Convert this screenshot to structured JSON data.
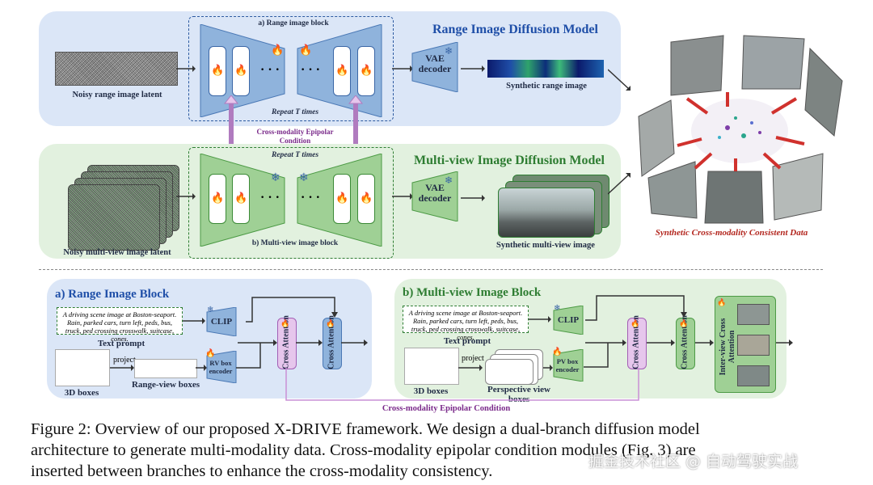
{
  "figure": {
    "top_diagram": {
      "range_model_title": "Range Image Diffusion Model",
      "multiview_model_title": "Multi-view Image Diffusion Model",
      "range_block_label": "a) Range image block",
      "multiview_block_label": "b) Multi-view image block",
      "repeat_top": "Repeat T times",
      "repeat_bottom": "Repeat T times",
      "cross_condition": "Cross-modality Epipolar Condition",
      "noisy_range_label": "Noisy range image latent",
      "noisy_multiview_label": "Noisy multi-view image latent",
      "vae_decoder_top": "VAE decoder",
      "vae_decoder_bottom": "VAE decoder",
      "synthetic_range": "Synthetic range image",
      "synthetic_multiview": "Synthetic multi-view image",
      "synthetic_consistent": "Synthetic Cross-modality Consistent Data",
      "dots": "· · ·"
    },
    "range_block": {
      "title": "a) Range Image Block",
      "prompt_text": "A driving scene image at Boston-seaport. Rain, parked cars, turn left, peds, bus, truck, ped crossing crosswalk, suitcase, cones.",
      "text_prompt": "Text prompt",
      "clip": "CLIP",
      "project": "project",
      "boxes_3d": "3D boxes",
      "range_view_boxes": "Range-view boxes",
      "rv_encoder": "RV box encoder",
      "cross_attention_1": "Cross Attention",
      "cross_attention_2": "Cross Attention"
    },
    "multiview_block": {
      "title": "b) Multi-view Image Block",
      "prompt_text": "A driving scene image at Boston-seaport. Rain, parked cars, turn left, peds, bus, truck, ped crossing crosswalk, suitcase, cones.",
      "text_prompt": "Text prompt",
      "clip": "CLIP",
      "project": "project",
      "boxes_3d": "3D boxes",
      "perspective_boxes": "Perspective view boxes",
      "pv_encoder": "PV box encoder",
      "cross_attention_1": "Cross Attention",
      "cross_attention_2": "Cross Attention",
      "inter_view": "Inter-view Cross Attention"
    },
    "bottom_condition": "Cross-modality Epipolar Condition"
  },
  "caption": {
    "line1": "Figure 2: Overview of our proposed X-DRIVE framework. We design a dual-branch diffusion model",
    "line2": "architecture to generate multi-modality data. Cross-modality epipolar condition modules (Fig. 3) are",
    "line3": "inserted between branches to enhance the cross-modality consistency."
  },
  "watermark": "掘金技术社区 @ 自动驾驶实战",
  "colors": {
    "blue_panel": "#dbe6f7",
    "green_panel": "#e2f1df",
    "blue_block": "#8fb3dc",
    "green_block": "#9fd095",
    "purple": "#e6c6ec",
    "red_text": "#b3261e"
  },
  "icons": [
    "flame-icon",
    "snowflake-icon",
    "arrow-icon"
  ]
}
